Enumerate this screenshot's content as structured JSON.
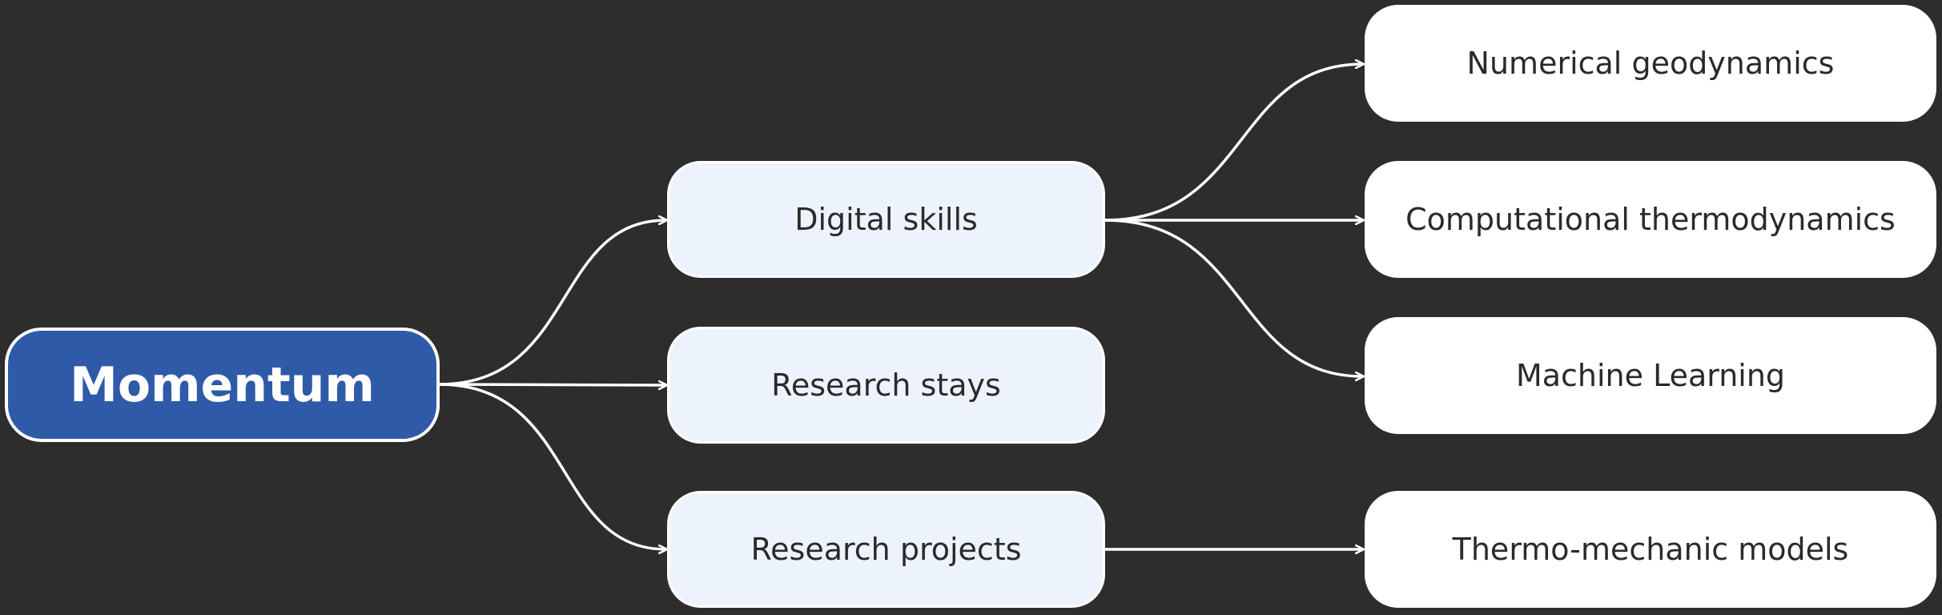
{
  "root": {
    "label": "Momentum"
  },
  "branches": [
    {
      "label": "Digital skills"
    },
    {
      "label": "Research stays"
    },
    {
      "label": "Research projects"
    }
  ],
  "leaves": [
    {
      "label": "Numerical geodynamics"
    },
    {
      "label": "Computational thermodynamics"
    },
    {
      "label": "Machine Learning"
    },
    {
      "label": "Thermo-mechanic models"
    }
  ],
  "colors": {
    "background": "#2d2d2d",
    "root_fill": "#2f5aa8",
    "branch_fill": "#edf3fd",
    "leaf_fill": "#ffffff",
    "connector": "#ffffff"
  }
}
